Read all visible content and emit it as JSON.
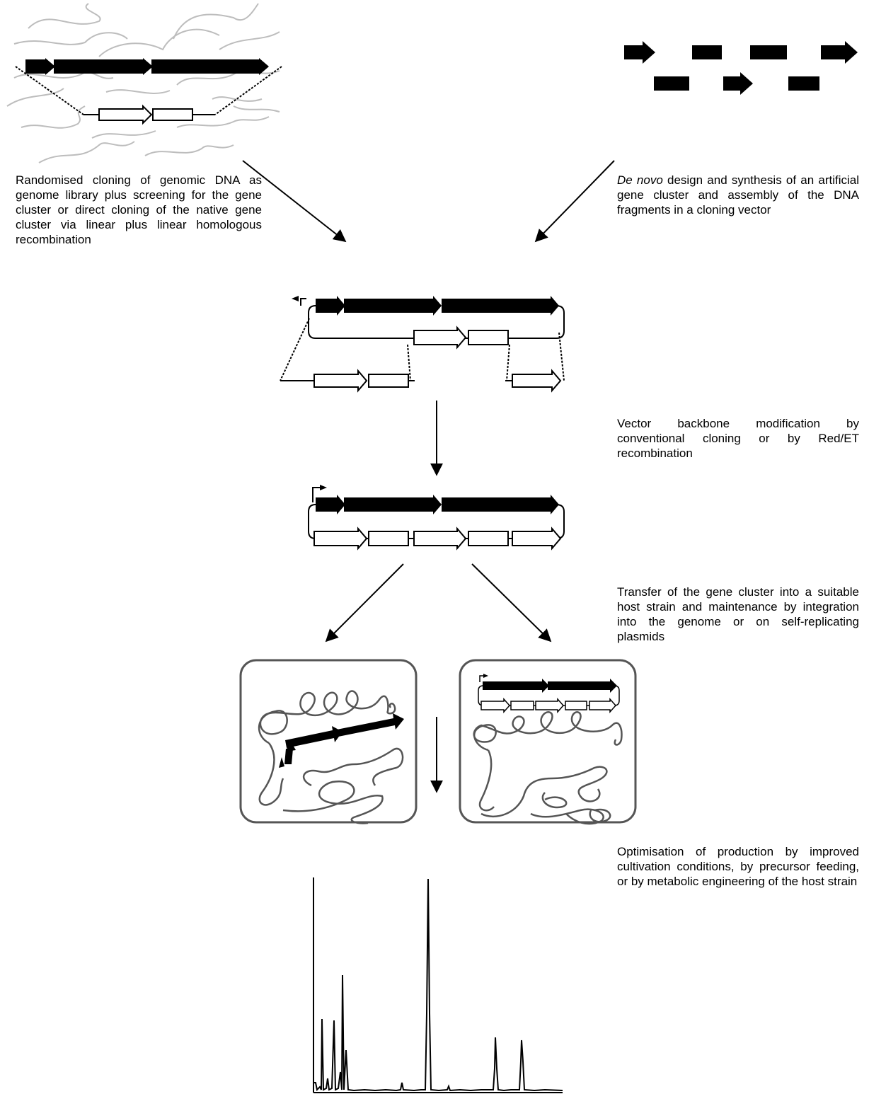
{
  "texts": {
    "genomic_cloning": "Randomised cloning of genomic DNA as genome library plus screening for the gene cluster or direct cloning of the native gene cluster via linear plus linear homologous recombination",
    "de_novo_italic": "De novo",
    "de_novo_rest": " design and synthesis of an artificial gene cluster and assembly of the DNA fragments in a cloning vector",
    "vector_modification": "Vector backbone modification by conventional cloning or by Red/ET recombination",
    "transfer": "Transfer of the gene cluster into a suitable host strain and maintenance by integration into the genome or on self-replicating plasmids",
    "optimisation": "Optimisation of production by improved cultivation conditions, by precursor feeding, or by metabolic engineering of the host strain"
  },
  "colors": {
    "ink": "#000000",
    "genomic_dna": "#bdbdbd",
    "host_genome": "#555555",
    "box_border": "#555555"
  }
}
